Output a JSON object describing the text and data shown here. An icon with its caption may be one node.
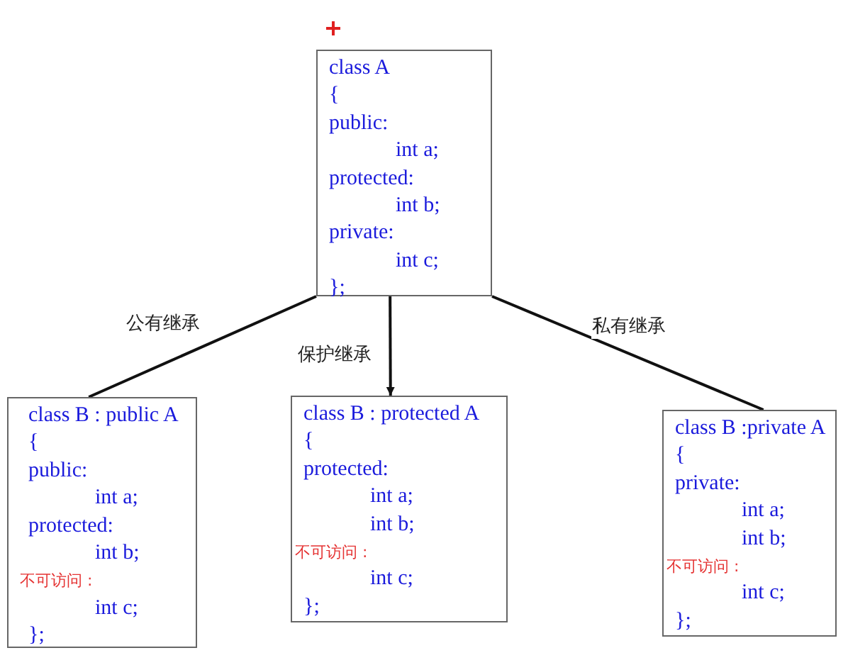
{
  "diagram": {
    "nodes": [
      {
        "text": [
          "class A",
          "{",
          "public:",
          "int a;",
          "protected:",
          "int b;",
          "private:",
          "int c;",
          "};"
        ]
      },
      {
        "text": [
          "class B : public A",
          "{",
          "public:",
          "int a;",
          "protected:",
          "int b;",
          "不可访问 :",
          "int c;",
          "};"
        ]
      },
      {
        "text": [
          "class B : protected A",
          "{",
          "protected:",
          "int a;",
          "int b;",
          "不可访问 :",
          "int c;",
          "};"
        ]
      },
      {
        "text": [
          "class B :private A",
          "{",
          "private:",
          "int a;",
          "int b;",
          "不可访问 :",
          "int c;",
          "};"
        ]
      }
    ],
    "edges": [
      {
        "from": 0,
        "to": 1,
        "arrow": "none",
        "label": "公有继承"
      },
      {
        "from": 0,
        "to": 2,
        "arrow": "to",
        "label": "保护继承"
      },
      {
        "from": 0,
        "to": 3,
        "arrow": "none",
        "label": "私有继承"
      }
    ]
  }
}
